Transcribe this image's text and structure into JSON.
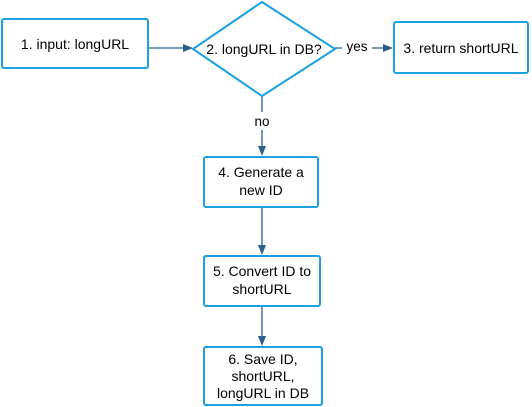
{
  "colors": {
    "box_stroke": "#1ba1e2",
    "edge": "#2b5f8e",
    "text": "#000000",
    "background": "#ffffff"
  },
  "nodes": {
    "input": {
      "lines": [
        "1. input: longURL"
      ]
    },
    "check": {
      "lines": [
        "2. longURL in DB?"
      ]
    },
    "return": {
      "lines": [
        "3. return shortURL"
      ]
    },
    "generate": {
      "lines": [
        "4. Generate a",
        "new ID"
      ]
    },
    "convert": {
      "lines": [
        "5. Convert ID to",
        "shortURL"
      ]
    },
    "save": {
      "lines": [
        "6. Save ID,",
        "shortURL,",
        "longURL in DB"
      ]
    }
  },
  "edges": {
    "yes_label": "yes",
    "no_label": "no"
  }
}
